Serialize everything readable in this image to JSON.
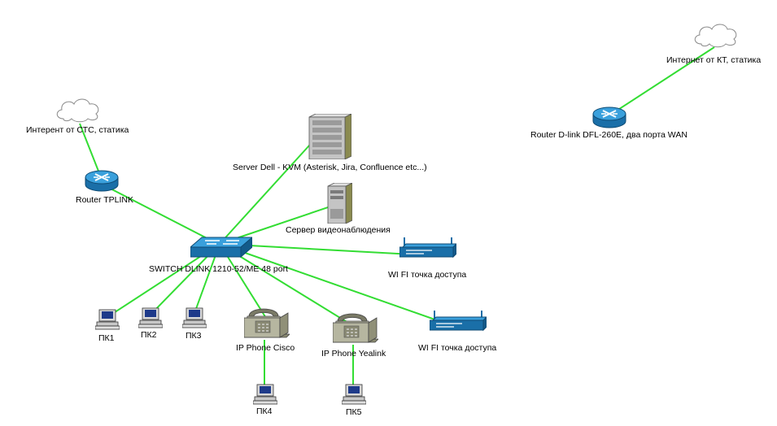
{
  "colors": {
    "link": "#33dd33",
    "cloud": "#ffffff",
    "device": "#1e88c8",
    "server": "#b8b8b8",
    "phone": "#b6b6a0"
  },
  "nodes": {
    "cloud_stc": "Интерент от СТС, статика",
    "router_tplink": "Router TPLINK",
    "server_dell": "Server Dell - KVM (Asterisk, Jira, Confluence etc...)",
    "server_video": "Сервер видеонаблюдения",
    "switch": "SWITCH DLINK 1210-52/ME 48 port",
    "wifi1": "WI FI точка доступа",
    "wifi2": "WI FI точка доступа",
    "pc1": "ПК1",
    "pc2": "ПК2",
    "pc3": "ПК3",
    "phone_cisco": "IP Phone Cisco",
    "phone_yealink": "IP Phone Yealink",
    "pc4": "ПК4",
    "pc5": "ПК5",
    "cloud_kt": "Интернет от КТ, статика",
    "router_dlink": "Router D-link DFL-260E, два порта WAN"
  }
}
